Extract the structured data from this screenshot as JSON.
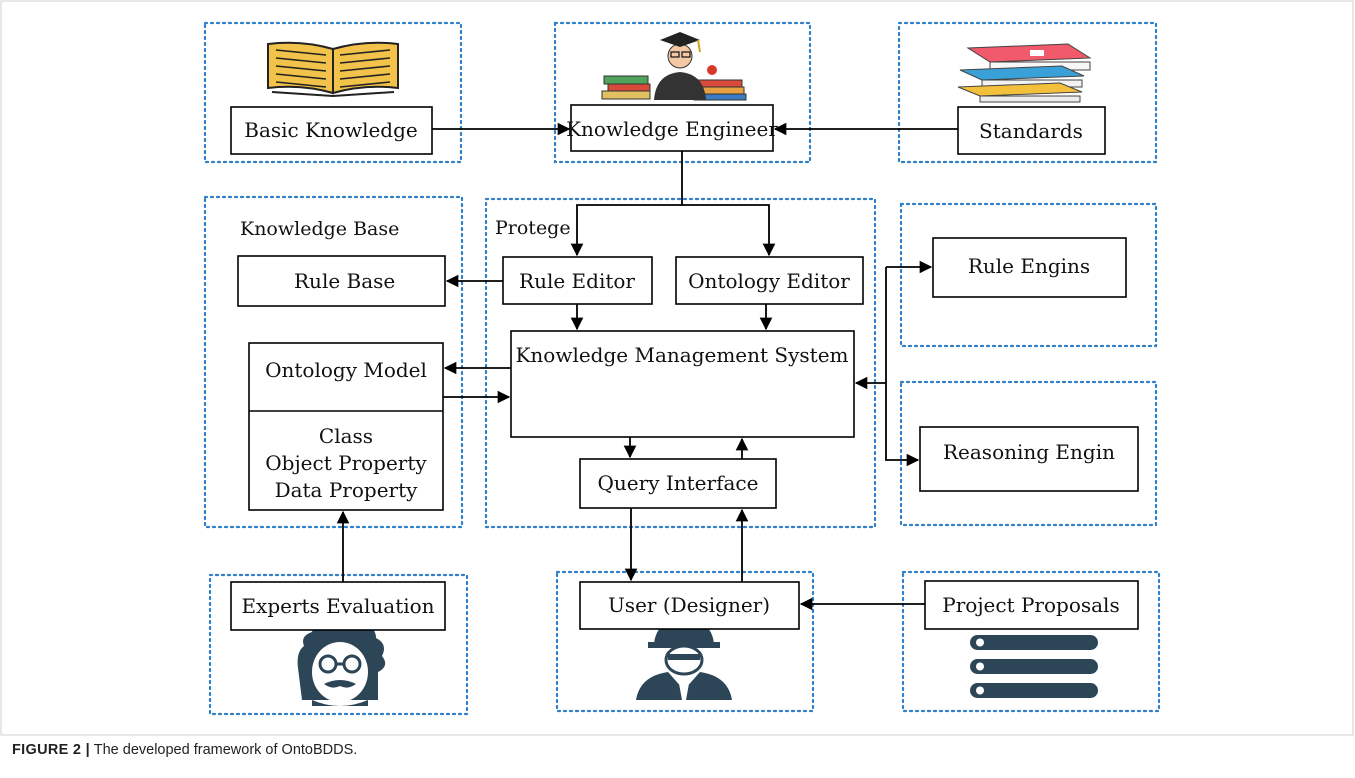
{
  "diagram": {
    "nodes": {
      "basic_knowledge": "Basic Knowledge",
      "knowledge_engineer": "Knowledge Engineer",
      "standards": "Standards",
      "knowledge_base": "Knowledge Base",
      "rule_base": "Rule Base",
      "ontology_model": "Ontology Model",
      "class": "Class",
      "object_property": "Object Property",
      "data_property": "Data Property",
      "protege": "Protege",
      "rule_editor": "Rule Editor",
      "ontology_editor": "Ontology Editor",
      "kms": "Knowledge Management System",
      "query_interface": "Query Interface",
      "rule_engins": "Rule Engins",
      "reasoning_engin": "Reasoning Engin",
      "experts_evaluation": "Experts Evaluation",
      "user_designer": "User (Designer)",
      "project_proposals": "Project Proposals"
    },
    "colors": {
      "group_border": "#2f7fc9",
      "icon_dark": "#2c4657",
      "book_fill": "#f2c24a"
    },
    "icons": [
      "open-book-icon",
      "graduate-icon",
      "book-stack-icon",
      "bridge-icon",
      "expert-face-icon",
      "engineer-icon",
      "server-stack-icon"
    ]
  },
  "caption": {
    "label": "FIGURE 2 |",
    "text": "The developed framework of OntoBDDS."
  }
}
